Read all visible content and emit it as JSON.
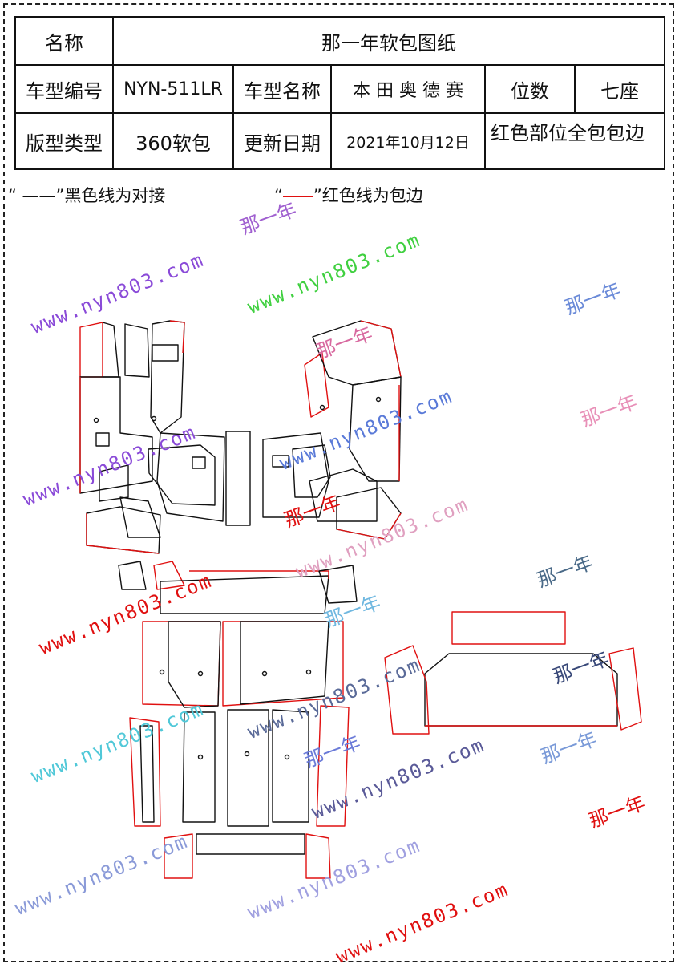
{
  "header": {
    "name_label": "名称",
    "name_value": "那一年软包图纸",
    "model_code_label": "车型编号",
    "model_code_value": "NYN-511LR",
    "model_name_label": "车型名称",
    "model_name_value": "本 田 奥 德 赛",
    "seats_label": "位数",
    "seats_value": "七座",
    "pattern_type_label": "版型类型",
    "pattern_type_value": "360软包",
    "update_date_label": "更新日期",
    "update_date_value": "2021年10月12日",
    "note": "红色部位全包包边"
  },
  "legend": {
    "black_line": "“ ——”黑色线为对接",
    "red_line_text": "”红色线为包边",
    "red_line_open": "“"
  },
  "watermarks": {
    "url": "www.nyn803.com",
    "brand": "那一年"
  },
  "colors": {
    "outline_black": "#111111",
    "outline_red": "#e01010"
  }
}
